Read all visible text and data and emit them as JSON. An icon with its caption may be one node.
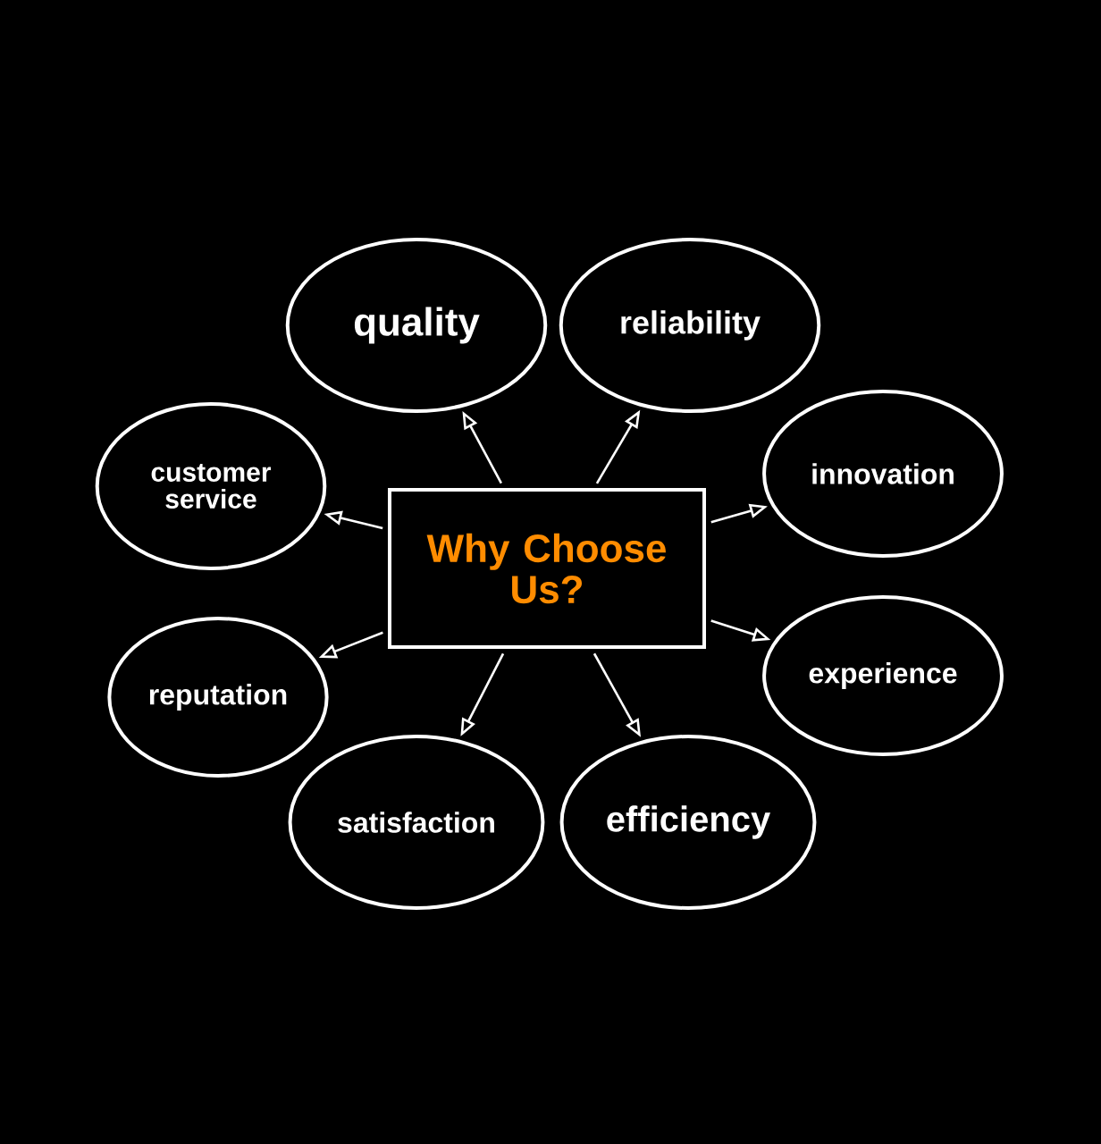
{
  "diagram": {
    "nodes": [
      {
        "text": [
          "Why Choose Us?"
        ]
      },
      {
        "text": [
          "quality"
        ]
      },
      {
        "text": [
          "reliability"
        ]
      },
      {
        "text": [
          "customer service"
        ]
      },
      {
        "text": [
          "innovation"
        ]
      },
      {
        "text": [
          "reputation"
        ]
      },
      {
        "text": [
          "experience"
        ]
      },
      {
        "text": [
          "satisfaction"
        ]
      },
      {
        "text": [
          "efficiency"
        ]
      }
    ],
    "edges": [
      {
        "from": 0,
        "to": 1,
        "arrow": "to"
      },
      {
        "from": 0,
        "to": 2,
        "arrow": "to"
      },
      {
        "from": 0,
        "to": 3,
        "arrow": "to"
      },
      {
        "from": 0,
        "to": 4,
        "arrow": "to"
      },
      {
        "from": 0,
        "to": 5,
        "arrow": "to"
      },
      {
        "from": 0,
        "to": 6,
        "arrow": "to"
      },
      {
        "from": 0,
        "to": 7,
        "arrow": "to"
      },
      {
        "from": 0,
        "to": 8,
        "arrow": "to"
      }
    ]
  }
}
